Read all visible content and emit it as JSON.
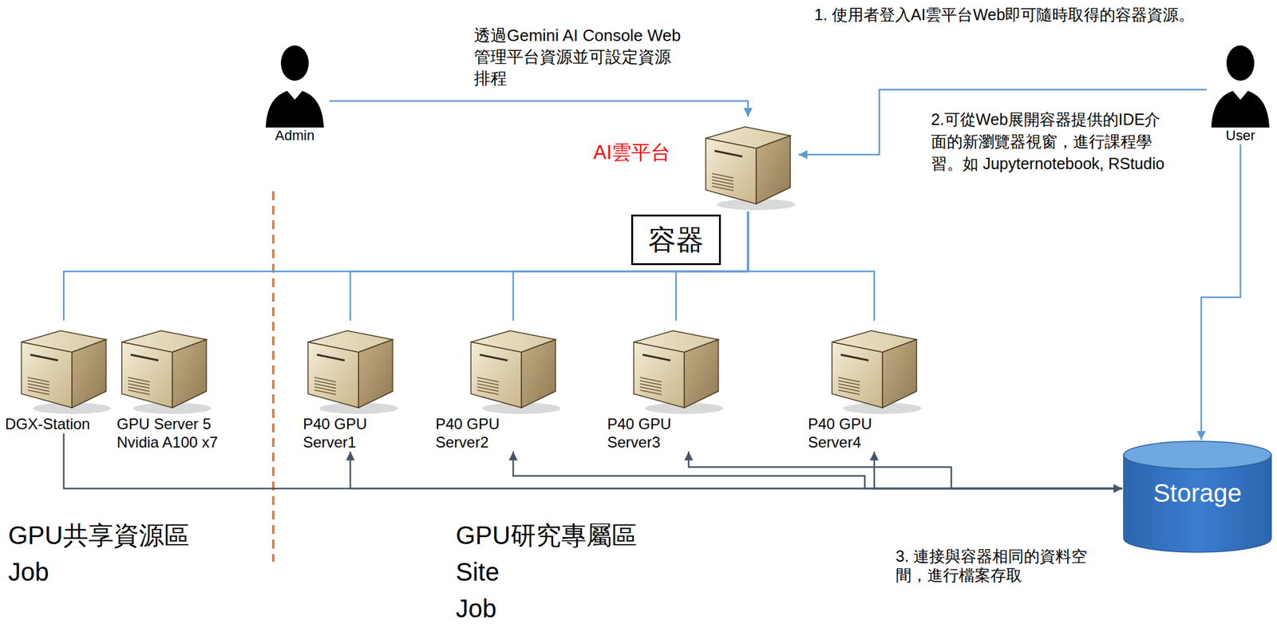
{
  "diagram": {
    "nodes": [
      {
        "text": [
          "Admin"
        ]
      },
      {
        "text": [
          "AI雲平台"
        ]
      },
      {
        "text": [
          "容器"
        ]
      },
      {
        "text": [
          "User"
        ]
      },
      {
        "text": [
          "DGX-Station"
        ]
      },
      {
        "text": [
          "GPU Server 5",
          "Nvidia A100 x7"
        ]
      },
      {
        "text": [
          "P40 GPU Server1"
        ]
      },
      {
        "text": [
          "P40 GPU Server2"
        ]
      },
      {
        "text": [
          "P40 GPU Server3"
        ]
      },
      {
        "text": [
          "P40 GPU Server4"
        ]
      },
      {
        "text": [
          "Storage"
        ]
      }
    ],
    "edges": [
      {
        "from": 0,
        "to": 1,
        "arrow": "to",
        "label": "透過Gemini AI Console Web管理平台資源並可設定資源排程"
      },
      {
        "from": 3,
        "to": 1,
        "arrow": "to",
        "label": "2.可從Web展開容器提供的IDE介面的新瀏覽器視窗，進行課程學習。如 Jupyternotebook, RStudio"
      },
      {
        "from": 3,
        "to": 10,
        "arrow": "to"
      },
      {
        "from": 1,
        "to": 4,
        "arrow": "none"
      },
      {
        "from": 1,
        "to": 6,
        "arrow": "none"
      },
      {
        "from": 1,
        "to": 7,
        "arrow": "none"
      },
      {
        "from": 1,
        "to": 8,
        "arrow": "none"
      },
      {
        "from": 1,
        "to": 9,
        "arrow": "none"
      },
      {
        "from": 4,
        "to": 10,
        "arrow": "to"
      },
      {
        "from": 10,
        "to": 6,
        "arrow": "to"
      },
      {
        "from": 10,
        "to": 7,
        "arrow": "to"
      },
      {
        "from": 10,
        "to": 8,
        "arrow": "to"
      },
      {
        "from": 10,
        "to": 9,
        "arrow": "to"
      }
    ],
    "labels": [
      "1. 使用者登入AI雲平台Web即可隨時取得的容器資源。",
      "3. 連接與容器相同的資料空間，進行檔案存取",
      "GPU共享資源區",
      "Job",
      "GPU研究專屬區",
      "Site",
      "Job"
    ]
  }
}
